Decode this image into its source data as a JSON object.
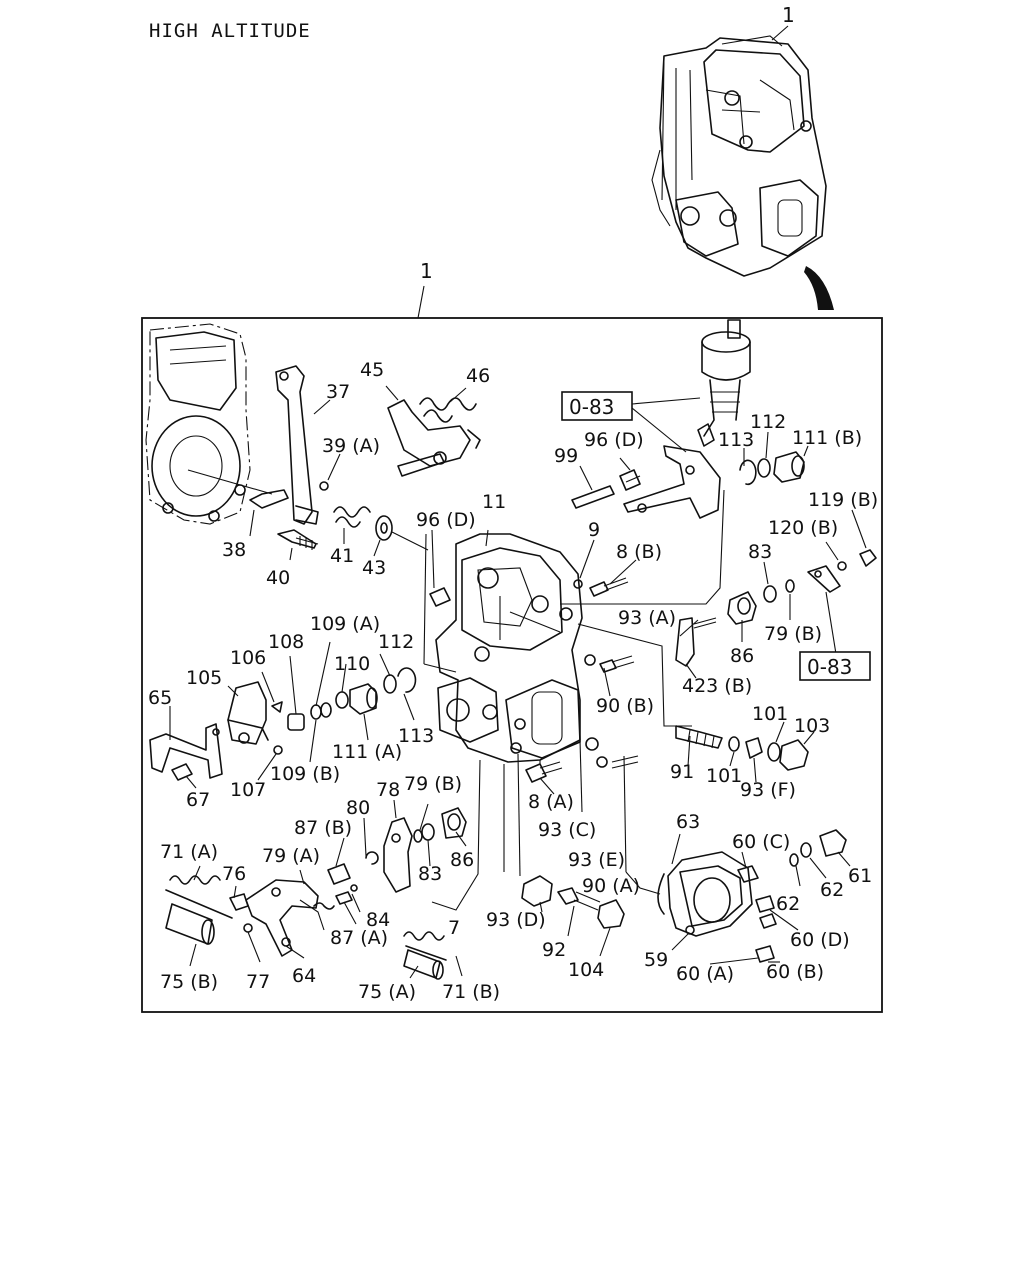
{
  "header": {
    "title": "HIGH ALTITUDE"
  },
  "assembly_refs": {
    "top": "1",
    "main": "1"
  },
  "ref_boxes": [
    "0-83",
    "0-83"
  ],
  "parts": [
    "37",
    "45",
    "46",
    "39 (A)",
    "38",
    "40",
    "41",
    "43",
    "96 (D)",
    "11",
    "99",
    "96 (D)",
    "113",
    "112",
    "111 (B)",
    "119 (B)",
    "120 (B)",
    "9",
    "8 (B)",
    "83",
    "93 (A)",
    "86",
    "79 (B)",
    "423 (B)",
    "90 (B)",
    "65",
    "105",
    "106",
    "108",
    "109 (A)",
    "110",
    "112",
    "113",
    "111 (A)",
    "109 (B)",
    "107",
    "67",
    "101",
    "103",
    "91",
    "101",
    "93 (F)",
    "8 (A)",
    "93 (C)",
    "93 (E)",
    "90 (A)",
    "78",
    "79 (B)",
    "80",
    "87 (B)",
    "79 (A)",
    "83",
    "86",
    "7",
    "84",
    "87 (A)",
    "71 (A)",
    "76",
    "75 (B)",
    "77",
    "64",
    "75 (A)",
    "71 (B)",
    "93 (D)",
    "92",
    "104",
    "63",
    "60 (C)",
    "61",
    "62",
    "62",
    "60 (D)",
    "59",
    "60 (A)",
    "60 (B)"
  ]
}
